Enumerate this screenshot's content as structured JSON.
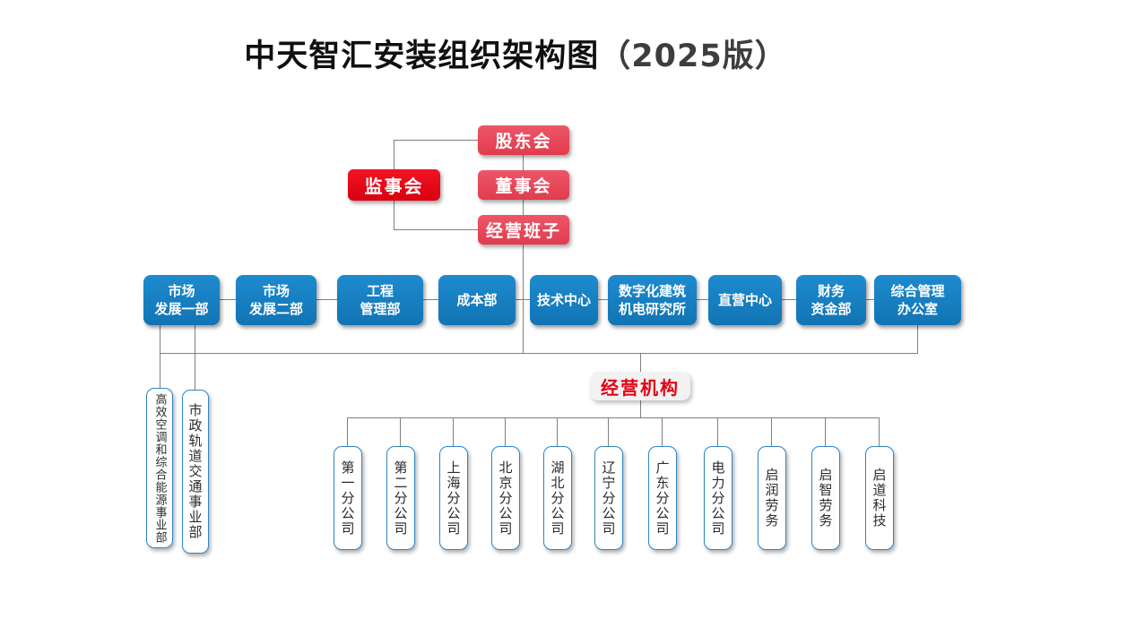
{
  "title": {
    "main": "中天智汇安装组织架构图",
    "suffix": "（2025版）"
  },
  "governance": {
    "shareholders": "股东会",
    "supervisors": "监事会",
    "board": "董事会",
    "management": "经营班子"
  },
  "departments": [
    {
      "text": "市场\n发展一部"
    },
    {
      "text": "市场\n发展二部"
    },
    {
      "text": "工程\n管理部"
    },
    {
      "text": "成本部"
    },
    {
      "text": "技术中心"
    },
    {
      "text": "数字化建筑\n机电研究所"
    },
    {
      "text": "直营中心"
    },
    {
      "text": "财务\n资金部"
    },
    {
      "text": "综合管理\n办公室"
    }
  ],
  "business_units": [
    {
      "label": "高效空调和综合能源事业部"
    },
    {
      "label": "市政轨道交通事业部"
    }
  ],
  "operating_group": {
    "label": "经营机构"
  },
  "subsidiaries": [
    {
      "label": "第一分公司"
    },
    {
      "label": "第二分公司"
    },
    {
      "label": "上海分公司"
    },
    {
      "label": "北京分公司"
    },
    {
      "label": "湖北分公司"
    },
    {
      "label": "辽宁分公司"
    },
    {
      "label": "广东分公司"
    },
    {
      "label": "电力分公司"
    },
    {
      "label": "启润劳务"
    },
    {
      "label": "启智劳务"
    },
    {
      "label": "启道科技"
    }
  ],
  "colors": {
    "governance_red": "#e64c5c",
    "supervisor_red": "#e60012",
    "department_blue": "#1680c4",
    "outline_blue": "#2f86c6",
    "connector_gray": "#7f7f7f",
    "operating_bg": "#f2f2f2",
    "operating_text": "#e60012"
  }
}
